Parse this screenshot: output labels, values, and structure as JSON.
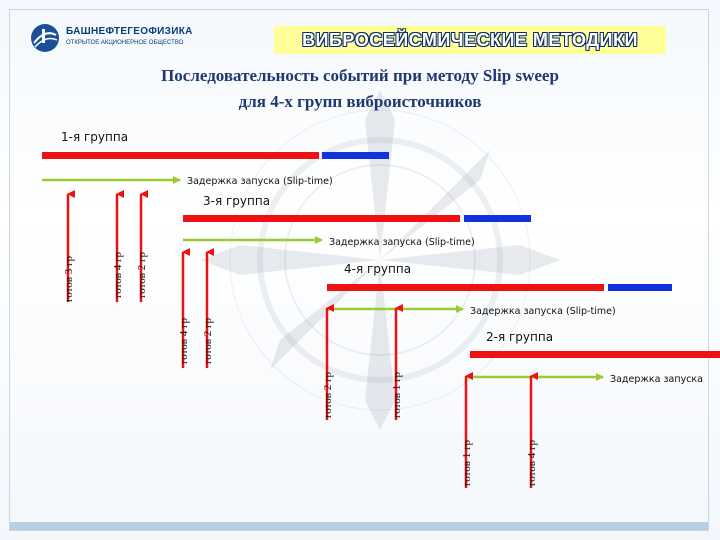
{
  "logo": {
    "name": "БАШНЕФТЕГЕОФИЗИКА",
    "subtitle": "ОТКРЫТОЕ АКЦИОНЕРНОЕ ОБЩЕСТВО"
  },
  "header": {
    "title": "ВИБРОСЕЙСМИЧЕСКИЕ МЕТОДИКИ"
  },
  "slide_title": {
    "line1": "Последовательность событий при методу Slip sweep",
    "line2": "для 4-х групп виброисточников"
  },
  "colors": {
    "sweep": "#ee1111",
    "listen": "#1133dd",
    "delay_arrow": "#99cc33",
    "ready_arrow": "#ee1111",
    "header_bg": "#ffff99",
    "title": "#1f3872"
  },
  "groups": [
    {
      "label": "1-я группа",
      "delay_label": "Задержка запуска (Slip-time)",
      "ready": [
        "готов 3 гр",
        "готов 4 гр",
        "готов 2 гр"
      ]
    },
    {
      "label": "3-я группа",
      "delay_label": "Задержка запуска (Slip-time)",
      "ready": [
        "готов 4 гр",
        "готов 2 гр"
      ]
    },
    {
      "label": "4-я группа",
      "delay_label": "Задержка запуска (Slip-time)",
      "ready": [
        "готов 2 гр",
        "готов 1 гр"
      ]
    },
    {
      "label": "2-я группа",
      "delay_label": "Задержка запуска",
      "ready": [
        "готов 1 гр",
        "готов 4 гр"
      ]
    }
  ]
}
